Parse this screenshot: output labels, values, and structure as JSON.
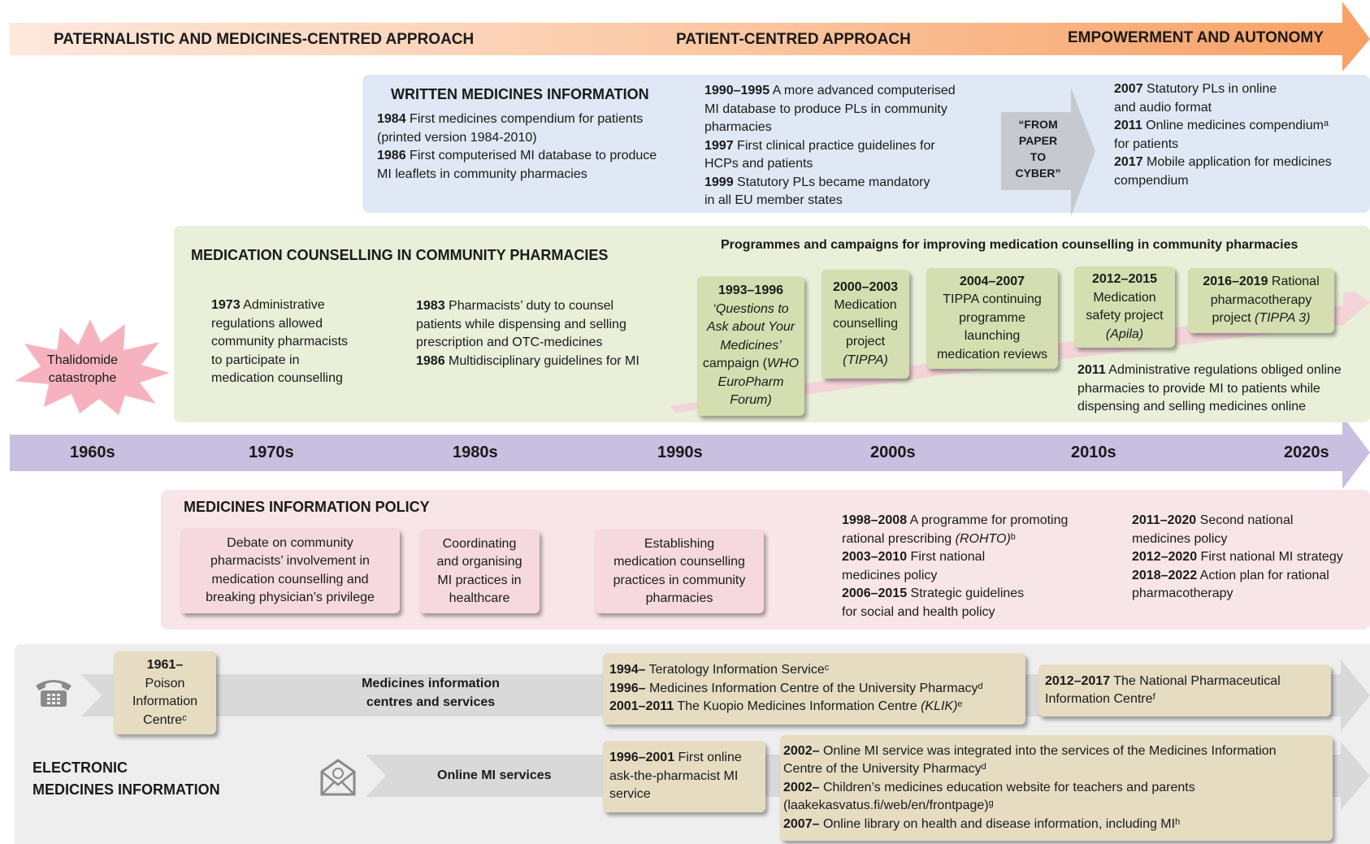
{
  "approaches": {
    "a1": "PATERNALISTIC AND MEDICINES-CENTRED APPROACH",
    "a2": "PATIENT-CENTRED APPROACH",
    "a3": "EMPOWERMENT AND AUTONOMY"
  },
  "written": {
    "title": "WRITTEN MEDICINES INFORMATION",
    "c1": [
      {
        "year": "1984",
        "text": " First medicines compendium for patients"
      },
      {
        "year": "",
        "text": "(printed version 1984-2010)"
      },
      {
        "year": "1986",
        "text": " First computerised MI database to produce"
      },
      {
        "year": "",
        "text": "MI leaflets in community pharmacies"
      }
    ],
    "c2": [
      {
        "year": "1990–1995",
        "text": " A more advanced computerised"
      },
      {
        "year": "",
        "text": "MI database to produce PLs in community"
      },
      {
        "year": "",
        "text": "pharmacies"
      },
      {
        "year": "1997",
        "text": " First clinical practice guidelines for"
      },
      {
        "year": "",
        "text": "HCPs and patients"
      },
      {
        "year": "1999",
        "text": " Statutory PLs became mandatory"
      },
      {
        "year": "",
        "text": "in all EU member states"
      }
    ],
    "paper": [
      "“FROM",
      "PAPER",
      "TO",
      "CYBER”"
    ],
    "c3": [
      {
        "year": "2007",
        "text": " Statutory PLs in online"
      },
      {
        "year": "",
        "text": "and audio format"
      },
      {
        "year": "2011",
        "text": " Online medicines compendiumᵃ"
      },
      {
        "year": "",
        "text": "for patients"
      },
      {
        "year": "2017",
        "text": " Mobile application for medicines"
      },
      {
        "year": "",
        "text": "compendium"
      }
    ]
  },
  "counselling": {
    "title": "MEDICATION COUNSELLING IN COMMUNITY PHARMACIES",
    "programmes_title": "Programmes and campaigns for improving medication counselling in community pharmacies",
    "thalidomide": [
      "Thalidomide",
      "catastrophe"
    ],
    "c1973": [
      {
        "year": "1973",
        "text": " Administrative"
      },
      {
        "year": "",
        "text": "regulations allowed"
      },
      {
        "year": "",
        "text": "community pharmacists"
      },
      {
        "year": "",
        "text": "to participate in"
      },
      {
        "year": "",
        "text": "medication counselling"
      }
    ],
    "c1983": [
      {
        "year": "1983",
        "text": " Pharmacists’ duty to counsel"
      },
      {
        "year": "",
        "text": "patients while dispensing and selling"
      },
      {
        "year": "",
        "text": "prescription and OTC-medicines"
      },
      {
        "year": "1986",
        "text": " Multidisciplinary guidelines for MI"
      }
    ],
    "p1": {
      "year": "1993–1996",
      "lines": [
        "‘Questions to",
        "Ask about Your",
        "Medicines’"
      ],
      "tail1": "campaign (",
      "tail1_it": "WHO",
      "tail2": "EuroPharm",
      "tail3": "Forum)"
    },
    "p2": {
      "year": "2000–2003",
      "lines": [
        "Medication",
        "counselling",
        "project"
      ],
      "it": "(TIPPA)"
    },
    "p3": {
      "year": "2004–2007",
      "lines": [
        "TIPPA continuing",
        "programme",
        "launching",
        "medication reviews"
      ]
    },
    "p4": {
      "year": "2012–2015",
      "lines": [
        "Medication",
        "safety project"
      ],
      "it": "(Apila)"
    },
    "p5": {
      "year": "2016–2019",
      "l1": " Rational",
      "l2": "pharmacotherapy",
      "l3": "project ",
      "it": "(TIPPA 3)"
    },
    "c2011": [
      {
        "year": "2011",
        "text": " Administrative regulations obliged online"
      },
      {
        "year": "",
        "text": "pharmacies to provide MI to patients while"
      },
      {
        "year": "",
        "text": "dispensing and selling medicines online"
      }
    ]
  },
  "timeline": {
    "decades": [
      "1960s",
      "1970s",
      "1980s",
      "1990s",
      "2000s",
      "2010s",
      "2020s"
    ]
  },
  "policy": {
    "title": "MEDICINES INFORMATION POLICY",
    "b1": [
      "Debate on community",
      "pharmacists’ involvement in",
      "medication counselling and",
      "breaking physician’s privilege"
    ],
    "b2": [
      "Coordinating",
      "and organising",
      "MI practices in",
      "healthcare"
    ],
    "b3": [
      "Establishing",
      "medication counselling",
      "practices in community",
      "pharmacies"
    ],
    "c1": [
      {
        "year": "1998–2008",
        "text": " A programme for promoting"
      },
      {
        "year": "",
        "text": "rational prescribing ",
        "it": "(ROHTO)",
        "sup": "ᵇ"
      },
      {
        "year": "2003–2010",
        "text": " First national"
      },
      {
        "year": "",
        "text": "medicines policy"
      },
      {
        "year": "2006–2015",
        "text": " Strategic guidelines"
      },
      {
        "year": "",
        "text": "for social and health policy"
      }
    ],
    "c2": [
      {
        "year": "2011–2020",
        "text": " Second national"
      },
      {
        "year": "",
        "text": "medicines policy"
      },
      {
        "year": "2012–2020",
        "text": " First national MI strategy"
      },
      {
        "year": "2018–2022",
        "text": " Action plan for rational"
      },
      {
        "year": "",
        "text": "pharmacotherapy"
      }
    ]
  },
  "electronic": {
    "title": [
      "ELECTRONIC",
      "MEDICINES INFORMATION"
    ],
    "poison": [
      "1961–",
      "Poison",
      "Information",
      "Centreᶜ"
    ],
    "centres_label": [
      "Medicines information",
      "centres and services"
    ],
    "centres": [
      {
        "year": "1994–",
        "text": " Teratology Information Serviceᶜ"
      },
      {
        "year": "1996–",
        "text": " Medicines Information Centre of the University Pharmacyᵈ"
      },
      {
        "year": "2001–2011",
        "text": " The Kuopio Medicines Information Centre ",
        "it": "(KLIK)",
        "sup": "ᵉ"
      }
    ],
    "national": [
      {
        "year": "2012–2017",
        "text": " The National Pharmaceutical"
      },
      {
        "year": "",
        "text": "Information Centreᶠ"
      }
    ],
    "online_label": "Online MI services",
    "askpharm": [
      {
        "year": "1996–2001",
        "text": " First online"
      },
      {
        "year": "",
        "text": "ask-the-pharmacist MI"
      },
      {
        "year": "",
        "text": "service"
      }
    ],
    "online": [
      {
        "year": "2002–",
        "text": " Online MI service was integrated into the services of the Medicines Information"
      },
      {
        "year": "",
        "text": "Centre of the University Pharmacyᵈ"
      },
      {
        "year": "2002–",
        "text": " Children’s medicines education website for teachers and parents"
      },
      {
        "year": "",
        "text": "(laakekasvatus.fi/web/en/frontpage)ᵍ"
      },
      {
        "year": "2007–",
        "text": " Online library on health and disease information, including MIʰ"
      }
    ],
    "icons": {
      "phone": "telephone-icon",
      "mail": "email-icon"
    }
  },
  "colors": {
    "approach_start": "#fde5d6",
    "approach_end": "#f7a36a",
    "blue_panel": "#dfe8f4",
    "green_panel": "#e9efd8",
    "green_box": "#d4deb0",
    "pink_panel": "#f8e5e7",
    "pink_box": "#f5d9de",
    "grey_panel": "#eeeeee",
    "beige_box": "#e5dcc2",
    "timeline": "#c9bfe0"
  }
}
